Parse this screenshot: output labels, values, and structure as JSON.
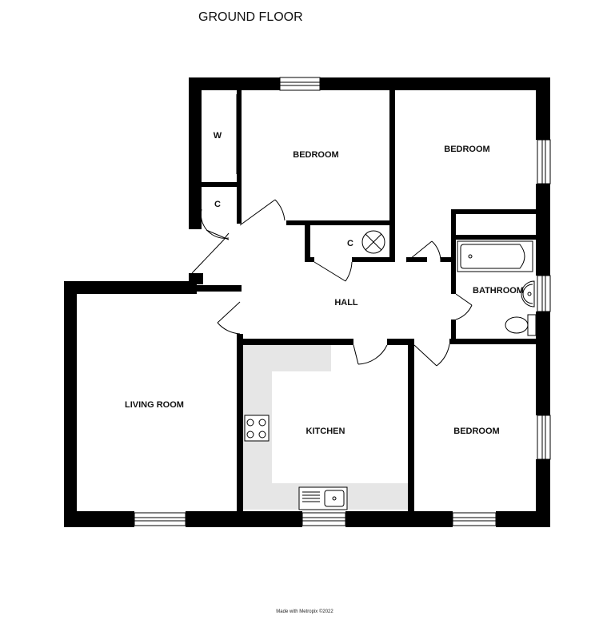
{
  "title": "GROUND FLOOR",
  "credit": "Made with Metropix ©2022",
  "colors": {
    "wall": "#000000",
    "kitchen_area": "#e6e6e6",
    "background": "#ffffff"
  },
  "rooms": {
    "bedroom_top_left": "BEDROOM",
    "bedroom_top_right": "BEDROOM",
    "bedroom_bottom_right": "BEDROOM",
    "wardrobe": "W",
    "cupboard_left": "C",
    "cupboard_center": "C",
    "hall": "HALL",
    "bathroom": "BATHROOM",
    "living_room": "LIVING ROOM",
    "kitchen": "KITCHEN"
  },
  "fixtures": [
    "hob-icon",
    "sink-icon",
    "bath-icon",
    "toilet-icon",
    "washbasin-icon",
    "boiler-icon"
  ]
}
